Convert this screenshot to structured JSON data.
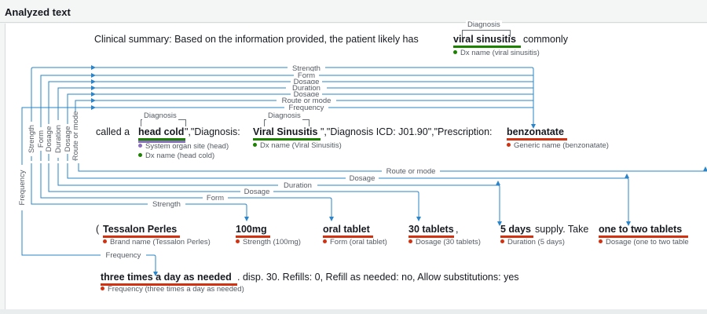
{
  "header": {
    "title": "Analyzed text"
  },
  "colors": {
    "green": "#1d8102",
    "red": "#d13212",
    "purple": "#8a6fbf",
    "blue_line": "#2a84c7",
    "slate": "#687078"
  },
  "text": {
    "clinical_summary": "Clinical summary: Based on the information provided, the patient likely has",
    "commonly": "commonly",
    "called_a": "called a",
    "after_head_cold": "\",\"Diagnosis:",
    "after_viral_sinusitis": "\",\"Diagnosis ICD: J01.90\",\"Prescription:",
    "open_paren": "(",
    "period_after_mg": "",
    "comma_after_tablets": ",",
    "supply_take": "supply. Take",
    "tail": ". disp. 30. Refills: 0, Refill as needed: no, Allow substitutions: yes"
  },
  "entities": {
    "viral_sinusitis": {
      "text": "viral sinusitis",
      "tag": "Dx name (viral sinusitis)",
      "bracket": "Diagnosis"
    },
    "head_cold": {
      "text": "head cold",
      "tag1": "System organ site (head)",
      "tag2": "Dx name (head cold)",
      "bracket": "Diagnosis"
    },
    "viral_sinusitis_cap": {
      "text": "Viral Sinusitis",
      "tag": "Dx name (Viral Sinusitis)",
      "bracket": "Diagnosis"
    },
    "benzonatate": {
      "text": "benzonatate",
      "tag": "Generic name (benzonatate)"
    },
    "tessalon": {
      "text": "Tessalon Perles",
      "tag": "Brand name (Tessalon Perles)"
    },
    "mg100": {
      "text": "100mg",
      "tag": "Strength (100mg)"
    },
    "oral_tablet": {
      "text": "oral tablet",
      "tag": "Form (oral tablet)"
    },
    "tablets30": {
      "text": "30 tablets",
      "tag": "Dosage (30 tablets)"
    },
    "days5": {
      "text": "5 days",
      "tag": "Duration (5 days)"
    },
    "one_two": {
      "text": "one to two tablets",
      "tag": "Dosage (one to two table"
    },
    "three_times": {
      "text": "three times a day as needed",
      "tag": "Frequency (three times a day as needed)"
    }
  },
  "relations": {
    "top": [
      "Strength",
      "Form",
      "Dosage",
      "Duration",
      "Dosage",
      "Route or mode",
      "Frequency"
    ],
    "vertical": [
      "Frequency",
      "Strength",
      "Form",
      "Dosage",
      "Duration",
      "Dosage",
      "Route or mode"
    ],
    "bottom": [
      "Route or mode",
      "Dosage",
      "Duration",
      "Dosage",
      "Form",
      "Strength"
    ],
    "frequency_bottom": "Frequency"
  }
}
